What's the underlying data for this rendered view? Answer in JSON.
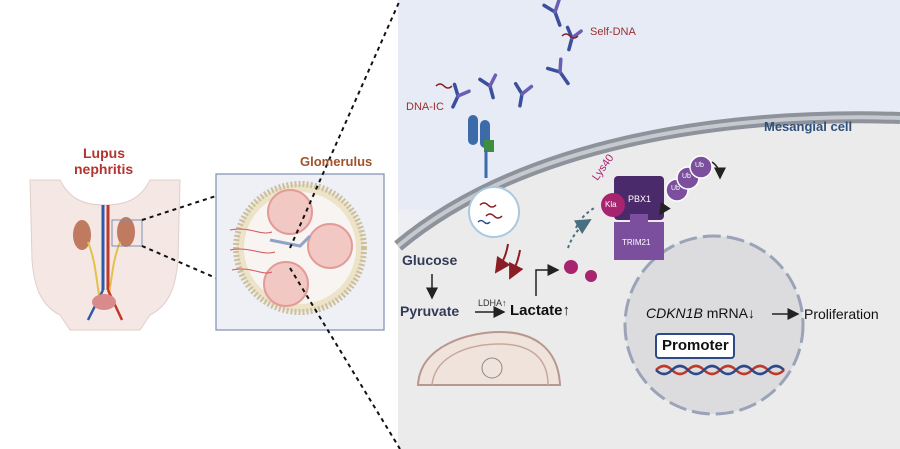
{
  "left_panel": {
    "title_line1": "Lupus",
    "title_line2": "nephritis",
    "glomerulus_label": "Glomerulus"
  },
  "cell_panel": {
    "self_dna_label": "Self-DNA",
    "dna_ic_label": "DNA-IC",
    "mesangial_label": "Mesangial cell",
    "lys_label": "Lys40",
    "kla_label": "Kla",
    "pbx1_label": "PBX1",
    "ub_label": "Ub",
    "trim21_label": "TRIM21",
    "glucose_label": "Glucose",
    "pyruvate_label": "Pyruvate",
    "ldha_label": "LDHA",
    "lactate_label": "Lactate",
    "up_arrow": "↑",
    "down_arrow": "↓",
    "cdkn1b_gene": "CDKN1B",
    "mrna_label": "mRNA",
    "proliferation_label": "Proliferation",
    "promoter_label": "Promoter"
  },
  "colors": {
    "lupus_red": "#b5332e",
    "glomerulus_brown": "#a0522d",
    "mesangial_blue": "#2f4f7a",
    "purple": "#6a3f93",
    "magenta": "#a8246e",
    "dark_purple": "#4b2a6b"
  }
}
